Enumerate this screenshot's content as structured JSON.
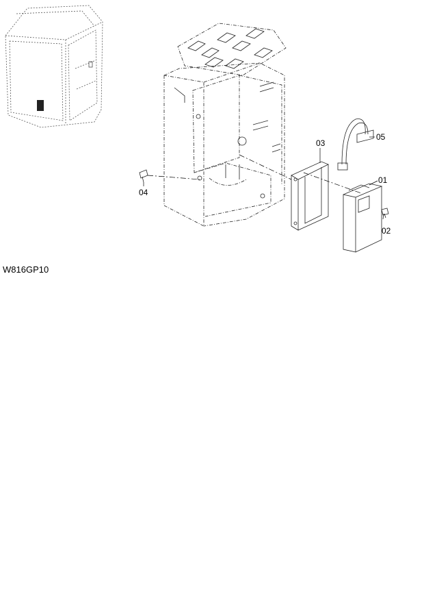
{
  "figure_code": "W816GP10",
  "callouts": {
    "p01": "01",
    "p02": "02",
    "p03": "03",
    "p04": "04",
    "p05": "05"
  }
}
